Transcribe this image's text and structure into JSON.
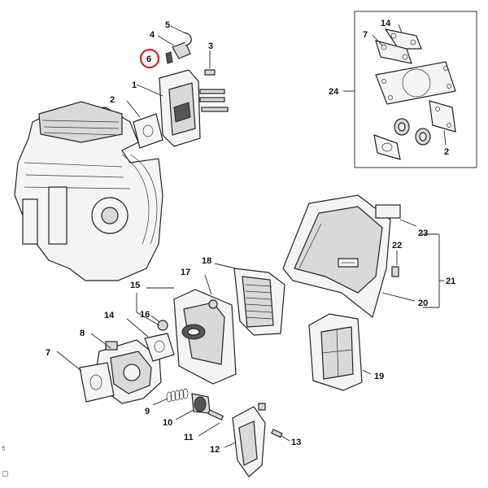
{
  "diagram": {
    "highlight_color": "#d3232a",
    "highlighted_callout": "6",
    "callouts": {
      "c1": "1",
      "c2": "2",
      "c2b": "2",
      "c3": "3",
      "c4": "4",
      "c5": "5",
      "c6": "6",
      "c7": "7",
      "c7b": "7",
      "c8": "8",
      "c9": "9",
      "c10": "10",
      "c11": "11",
      "c12": "12",
      "c13": "13",
      "c14": "14",
      "c14b": "14",
      "c15": "15",
      "c16": "16",
      "c17": "17",
      "c18": "18",
      "c19": "19",
      "c20": "20",
      "c21": "21",
      "c22": "22",
      "c23": "23",
      "c24": "24"
    },
    "side_text": "16",
    "corner_mark": "▢"
  }
}
